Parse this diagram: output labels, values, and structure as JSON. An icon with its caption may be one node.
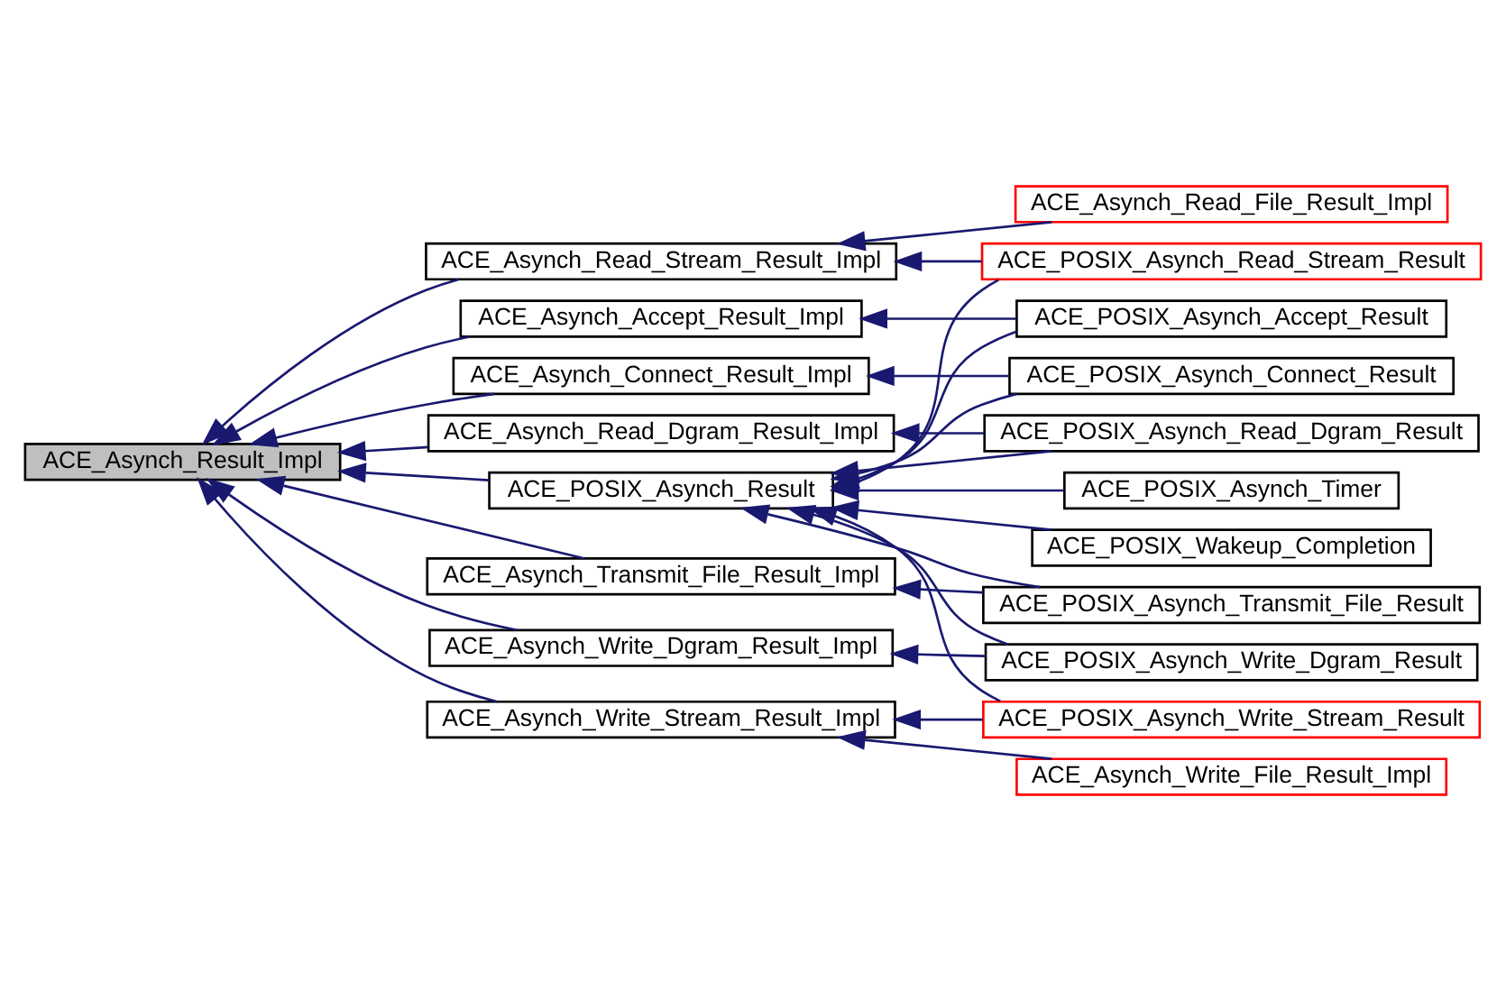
{
  "diagram": {
    "nodes": [
      {
        "text": [
          "ACE_Asynch_Result_Impl"
        ]
      },
      {
        "text": [
          "ACE_Asynch_Read_Stream_Result_Impl"
        ]
      },
      {
        "text": [
          "ACE_Asynch_Accept_Result_Impl"
        ]
      },
      {
        "text": [
          "ACE_Asynch_Connect_Result_Impl"
        ]
      },
      {
        "text": [
          "ACE_Asynch_Read_Dgram_Result_Impl"
        ]
      },
      {
        "text": [
          "ACE_POSIX_Asynch_Result"
        ]
      },
      {
        "text": [
          "ACE_Asynch_Transmit_File_Result_Impl"
        ]
      },
      {
        "text": [
          "ACE_Asynch_Write_Dgram_Result_Impl"
        ]
      },
      {
        "text": [
          "ACE_Asynch_Write_Stream_Result_Impl"
        ]
      },
      {
        "text": [
          "ACE_Asynch_Read_File_Result_Impl"
        ]
      },
      {
        "text": [
          "ACE_POSIX_Asynch_Read_Stream_Result"
        ]
      },
      {
        "text": [
          "ACE_POSIX_Asynch_Accept_Result"
        ]
      },
      {
        "text": [
          "ACE_POSIX_Asynch_Connect_Result"
        ]
      },
      {
        "text": [
          "ACE_POSIX_Asynch_Read_Dgram_Result"
        ]
      },
      {
        "text": [
          "ACE_POSIX_Wakeup_Completion"
        ]
      },
      {
        "text": [
          "ACE_POSIX_Asynch_Timer"
        ]
      },
      {
        "text": [
          "ACE_POSIX_Asynch_Transmit_File_Result"
        ]
      },
      {
        "text": [
          "ACE_POSIX_Asynch_Write_Dgram_Result"
        ]
      },
      {
        "text": [
          "ACE_POSIX_Asynch_Write_Stream_Result"
        ]
      },
      {
        "text": [
          "ACE_Asynch_Write_File_Result_Impl"
        ]
      }
    ],
    "edges": [
      {
        "from": 1,
        "to": 0,
        "arrow": "to"
      },
      {
        "from": 2,
        "to": 0,
        "arrow": "to"
      },
      {
        "from": 3,
        "to": 0,
        "arrow": "to"
      },
      {
        "from": 4,
        "to": 0,
        "arrow": "to"
      },
      {
        "from": 5,
        "to": 0,
        "arrow": "to"
      },
      {
        "from": 6,
        "to": 0,
        "arrow": "to"
      },
      {
        "from": 7,
        "to": 0,
        "arrow": "to"
      },
      {
        "from": 8,
        "to": 0,
        "arrow": "to"
      },
      {
        "from": 9,
        "to": 1,
        "arrow": "to"
      },
      {
        "from": 10,
        "to": 1,
        "arrow": "to"
      },
      {
        "from": 10,
        "to": 5,
        "arrow": "to"
      },
      {
        "from": 11,
        "to": 2,
        "arrow": "to"
      },
      {
        "from": 11,
        "to": 5,
        "arrow": "to"
      },
      {
        "from": 12,
        "to": 3,
        "arrow": "to"
      },
      {
        "from": 12,
        "to": 5,
        "arrow": "to"
      },
      {
        "from": 13,
        "to": 4,
        "arrow": "to"
      },
      {
        "from": 13,
        "to": 5,
        "arrow": "to"
      },
      {
        "from": 14,
        "to": 5,
        "arrow": "to"
      },
      {
        "from": 15,
        "to": 5,
        "arrow": "to"
      },
      {
        "from": 16,
        "to": 5,
        "arrow": "to"
      },
      {
        "from": 16,
        "to": 6,
        "arrow": "to"
      },
      {
        "from": 17,
        "to": 5,
        "arrow": "to"
      },
      {
        "from": 17,
        "to": 7,
        "arrow": "to"
      },
      {
        "from": 18,
        "to": 5,
        "arrow": "to"
      },
      {
        "from": 18,
        "to": 8,
        "arrow": "to"
      },
      {
        "from": 19,
        "to": 8,
        "arrow": "to"
      }
    ]
  }
}
